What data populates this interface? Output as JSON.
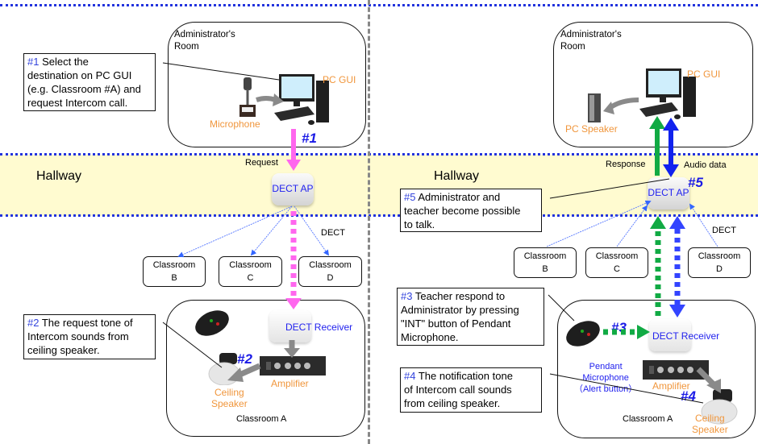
{
  "left": {
    "admin_room": {
      "label_line1": "Administrator's",
      "label_line2": "Room",
      "pc_label": "PC GUI",
      "mic_label": "Microphone"
    },
    "hallway": {
      "label": "Hallway",
      "ap_label": "DECT AP",
      "request_label": "Request",
      "dect_label": "DECT"
    },
    "classrooms": [
      {
        "line1": "Classroom",
        "line2": "B"
      },
      {
        "line1": "Classroom",
        "line2": "C"
      },
      {
        "line1": "Classroom",
        "line2": "D"
      }
    ],
    "classroom_a": {
      "label": "Classroom A",
      "receiver_label": "DECT Receiver",
      "amplifier_label": "Amplifier",
      "speaker_line1": "Ceiling",
      "speaker_line2": "Speaker"
    },
    "steps": {
      "s1": {
        "num": "#1",
        "text1": " Select the",
        "text2": "destination on PC GUI",
        "text3": "(e.g. Classroom #A) and",
        "text4": "request Intercom call."
      },
      "s2": {
        "num": "#2",
        "text1": " The request tone of",
        "text2": "Intercom sounds from",
        "text3": "ceiling speaker."
      }
    },
    "markers": {
      "m1": "#1",
      "m2": "#2"
    }
  },
  "right": {
    "admin_room": {
      "label_line1": "Administrator's",
      "label_line2": "Room",
      "pc_label": "PC GUI",
      "speaker_label": "PC Speaker"
    },
    "hallway": {
      "label": "Hallway",
      "ap_label": "DECT AP",
      "response_label": "Response",
      "audio_label": "Audio data",
      "dect_label": "DECT"
    },
    "classrooms": [
      {
        "line1": "Classroom",
        "line2": "B"
      },
      {
        "line1": "Classroom",
        "line2": "C"
      },
      {
        "line1": "Classroom",
        "line2": "D"
      }
    ],
    "classroom_a": {
      "label": "Classroom A",
      "receiver_label": "DECT Receiver",
      "amplifier_label": "Amplifier",
      "speaker_line1": "Ceiling",
      "speaker_line2": "Speaker",
      "pendant_line1": "Pendant",
      "pendant_line2": "Microphone",
      "pendant_line3": "（Alert button）"
    },
    "steps": {
      "s3": {
        "num": "#3",
        "text1": " Teacher respond to",
        "text2": "Administrator  by pressing",
        "text3": "\"INT\" button of Pendant",
        "text4": "Microphone."
      },
      "s4": {
        "num": "#4",
        "text1": " The notification tone",
        "text2": "of Intercom call sounds",
        "text3": "from ceiling speaker."
      },
      "s5": {
        "num": "#5",
        "text1": " Administrator and",
        "text2": "teacher become possible",
        "text3": "to talk."
      }
    },
    "markers": {
      "m3": "#3",
      "m4": "#4",
      "m5": "#5"
    }
  },
  "colors": {
    "request": "#ff66ee",
    "response": "#11aa44",
    "audio": "#1122ee",
    "device_arrow": "#808080",
    "hallway_bg": "#fffbd0",
    "zone_line": "#2233dd"
  }
}
